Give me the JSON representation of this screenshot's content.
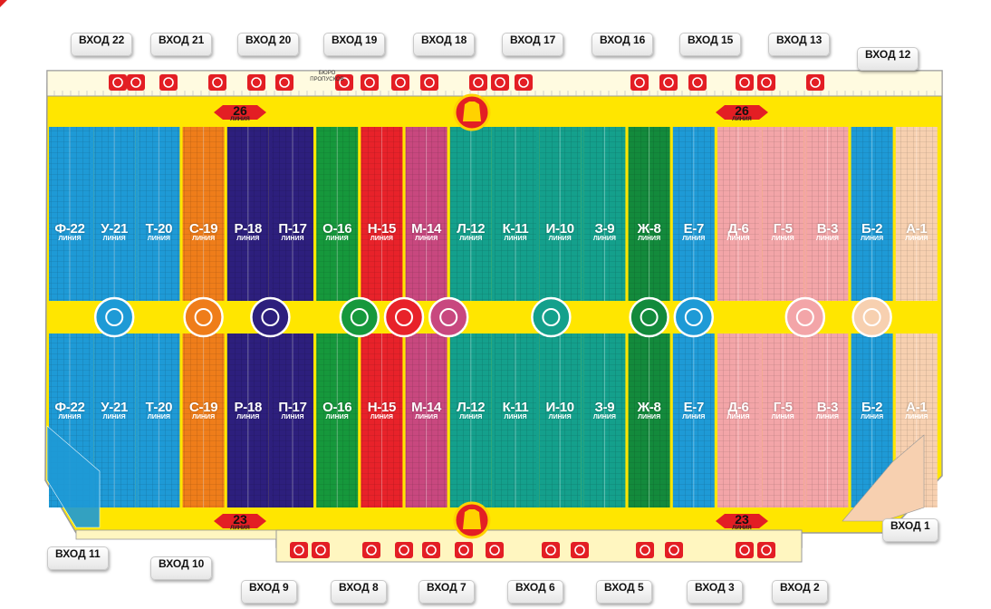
{
  "entrances": [
    {
      "id": "22",
      "label": "ВХОД 22"
    },
    {
      "id": "21",
      "label": "ВХОД 21"
    },
    {
      "id": "20",
      "label": "ВХОД 20"
    },
    {
      "id": "19",
      "label": "ВХОД 19"
    },
    {
      "id": "18",
      "label": "ВХОД 18"
    },
    {
      "id": "17",
      "label": "ВХОД 17"
    },
    {
      "id": "16",
      "label": "ВХОД 16"
    },
    {
      "id": "15",
      "label": "ВХОД 15"
    },
    {
      "id": "13",
      "label": "ВХОД 13"
    },
    {
      "id": "12",
      "label": "ВХОД 12"
    },
    {
      "id": "11",
      "label": "ВХОД 11"
    },
    {
      "id": "10",
      "label": "ВХОД 10"
    },
    {
      "id": "9",
      "label": "ВХОД 9"
    },
    {
      "id": "8",
      "label": "ВХОД 8"
    },
    {
      "id": "7",
      "label": "ВХОД 7"
    },
    {
      "id": "6",
      "label": "ВХОД 6"
    },
    {
      "id": "5",
      "label": "ВХОД 5"
    },
    {
      "id": "3",
      "label": "ВХОД 3"
    },
    {
      "id": "2",
      "label": "ВХОД 2"
    },
    {
      "id": "1",
      "label": "ВХОД 1"
    }
  ],
  "rows": [
    {
      "code": "Ф-22",
      "word": "ЛИНИЯ",
      "color": "#1e9ad6",
      "label_color": "#ffffff",
      "icon": "tshirt-icon"
    },
    {
      "code": "У-21",
      "word": "ЛИНИЯ",
      "color": "#1e9ad6",
      "label_color": "#ffffff",
      "icon": "tshirt-icon"
    },
    {
      "code": "Т-20",
      "word": "ЛИНИЯ",
      "color": "#1e9ad6",
      "label_color": "#ffffff",
      "icon": "tshirt-icon"
    },
    {
      "code": "С-19",
      "word": "ЛИНИЯ",
      "color": "#ef7d1a",
      "label_color": "#ffffff",
      "icon": "bicycle-icon"
    },
    {
      "code": "Р-18",
      "word": "ЛИНИЯ",
      "color": "#2d1f7d",
      "label_color": "#ffffff",
      "icon": "hat-gloves-icon"
    },
    {
      "code": "П-17",
      "word": "ЛИНИЯ",
      "color": "#2d1f7d",
      "label_color": "#ffffff",
      "icon": "hat-gloves-icon"
    },
    {
      "code": "О-16",
      "word": "ЛИНИЯ",
      "color": "#16983c",
      "label_color": "#ffffff",
      "icon": "shoes-icon"
    },
    {
      "code": "Н-15",
      "word": "ЛИНИЯ",
      "color": "#e8222a",
      "label_color": "#ffffff",
      "icon": "dress-icon"
    },
    {
      "code": "М-14",
      "word": "ЛИНИЯ",
      "color": "#c8487f",
      "label_color": "#ffffff",
      "icon": "home-textile-icon"
    },
    {
      "code": "Л-12",
      "word": "ЛИНИЯ",
      "color": "#14a08c",
      "label_color": "#ffffff",
      "icon": "haberdashery-icon"
    },
    {
      "code": "К-11",
      "word": "ЛИНИЯ",
      "color": "#14a08c",
      "label_color": "#ffffff",
      "icon": "haberdashery-icon"
    },
    {
      "code": "И-10",
      "word": "ЛИНИЯ",
      "color": "#14a08c",
      "label_color": "#ffffff",
      "icon": "haberdashery-icon"
    },
    {
      "code": "З-9",
      "word": "ЛИНИЯ",
      "color": "#14a08c",
      "label_color": "#ffffff",
      "icon": "haberdashery-icon"
    },
    {
      "code": "Ж-8",
      "word": "ЛИНИЯ",
      "color": "#138a3c",
      "label_color": "#ffffff",
      "icon": "household-chemicals-icon"
    },
    {
      "code": "Е-7",
      "word": "ЛИНИЯ",
      "color": "#1e9ad6",
      "label_color": "#ffffff",
      "icon": "tshirt-icon"
    },
    {
      "code": "Д-6",
      "word": "ЛИНИЯ",
      "color": "#f3a5a8",
      "label_color": "#ffffff",
      "icon": "teddy-bear-icon"
    },
    {
      "code": "Г-5",
      "word": "ЛИНИЯ",
      "color": "#f3a5a8",
      "label_color": "#ffffff",
      "icon": "teddy-bear-icon"
    },
    {
      "code": "В-3",
      "word": "ЛИНИЯ",
      "color": "#f3a5a8",
      "label_color": "#ffffff",
      "icon": "teddy-bear-icon"
    },
    {
      "code": "Б-2",
      "word": "ЛИНИЯ",
      "color": "#1e9ad6",
      "label_color": "#ffffff",
      "icon": "tshirt-icon"
    },
    {
      "code": "А-1",
      "word": "ЛИНИЯ",
      "color": "#f7d0b0",
      "label_color": "#ffffff",
      "icon": "hammer-icon"
    }
  ],
  "line_badges": {
    "top": {
      "num": "26",
      "word": "ЛИНИЯ"
    },
    "bottom": {
      "num": "23",
      "word": "ЛИНИЯ"
    }
  },
  "office_label": "БЮРО ПРОПУСКОВ",
  "colors": {
    "corridor": "#ffe600",
    "border": "#9a9a9a",
    "service_red": "#e31e24",
    "badge_red": "#e31e24",
    "badge_yellow": "#ffe600"
  }
}
